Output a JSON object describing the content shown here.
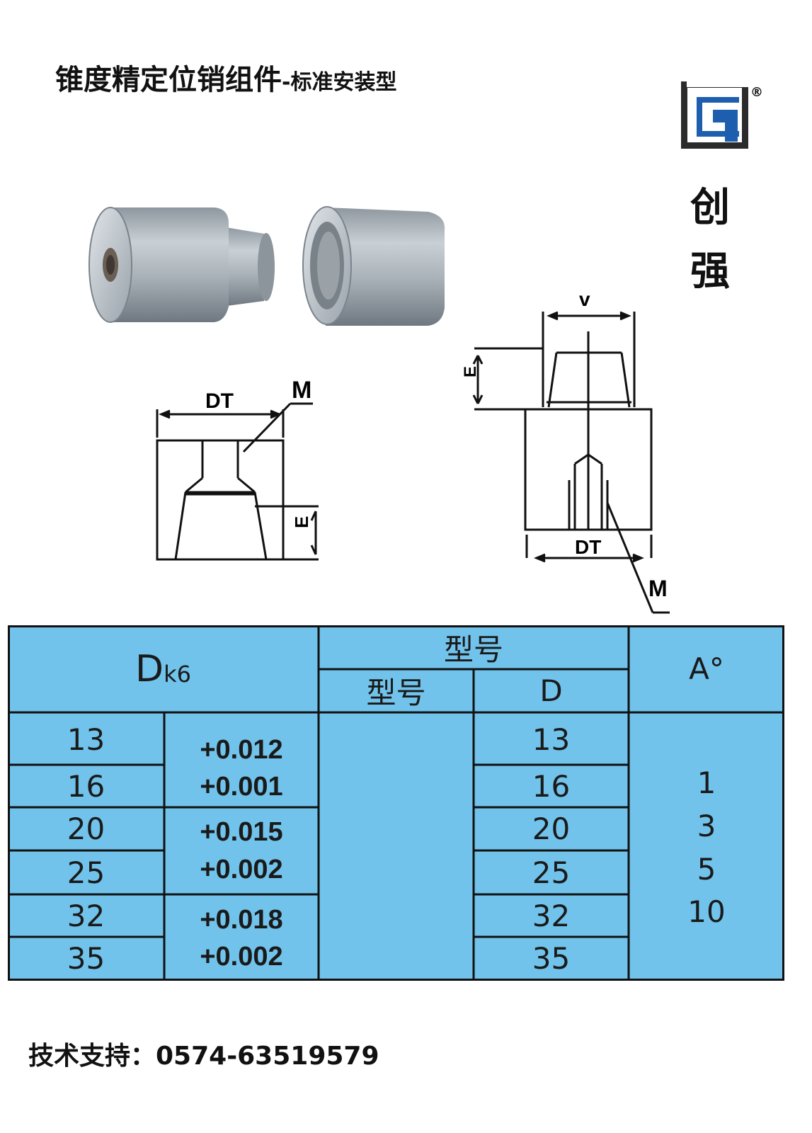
{
  "header": {
    "title": "锥度精定位销组件",
    "subtitle": "-标准安装型"
  },
  "brand": {
    "reg_mark": "®",
    "char1": "创",
    "char2": "强",
    "colors": {
      "blue": "#1d5fae",
      "dark": "#2b2b2b"
    }
  },
  "diagram_left": {
    "label_dt": "DT",
    "label_m": "M",
    "label_e": "E"
  },
  "diagram_right": {
    "label_v": "v",
    "label_e": "E",
    "label_dt": "DT",
    "label_m": "M"
  },
  "table": {
    "bg_color": "#71c3eb",
    "header": {
      "dk6_main": "D",
      "dk6_sub": "k6",
      "group_label": "型号",
      "model_label": "型号",
      "d_label": "D",
      "angle_label": "A°"
    },
    "dk6_values": [
      "13",
      "16",
      "20",
      "25",
      "32",
      "35"
    ],
    "tolerances": [
      {
        "upper": "+0.012",
        "lower": "+0.001"
      },
      {
        "upper": "+0.015",
        "lower": "+0.002"
      },
      {
        "upper": "+0.018",
        "lower": "+0.002"
      }
    ],
    "d_values": [
      "13",
      "16",
      "20",
      "25",
      "32",
      "35"
    ],
    "angles": [
      "1",
      "3",
      "5",
      "10"
    ]
  },
  "footer": {
    "support_text": "技术支持：0574-63519579"
  }
}
